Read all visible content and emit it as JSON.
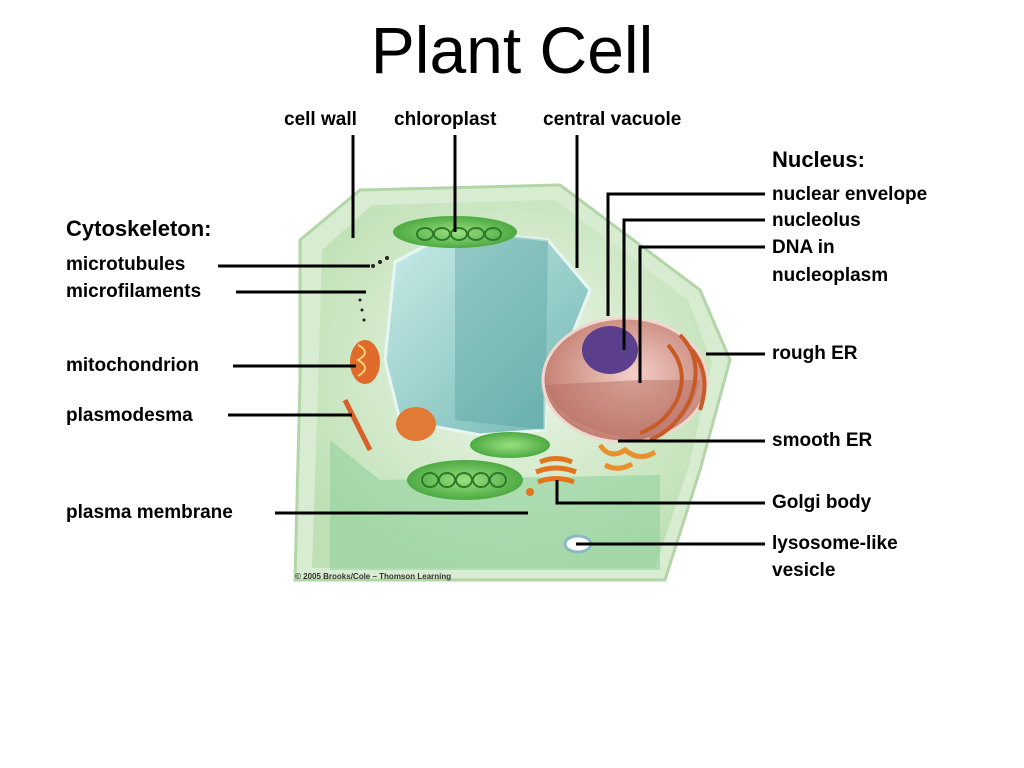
{
  "title": "Plant Cell",
  "headings": {
    "cytoskeleton": "Cytoskeleton:",
    "nucleus": "Nucleus:"
  },
  "labels": {
    "cell_wall": "cell wall",
    "chloroplast": "chloroplast",
    "central_vacuole": "central vacuole",
    "microtubules": "microtubules",
    "microfilaments": "microfilaments",
    "mitochondrion": "mitochondrion",
    "plasmodesma": "plasmodesma",
    "plasma_membrane": "plasma membrane",
    "nuclear_envelope": "nuclear envelope",
    "nucleolus": "nucleolus",
    "dna_line1": "DNA in",
    "dna_line2": "nucleoplasm",
    "rough_er": "rough ER",
    "smooth_er": "smooth ER",
    "golgi_body": "Golgi body",
    "lysosome_line1": "lysosome-like",
    "lysosome_line2": "vesicle"
  },
  "copyright": "© 2005 Brooks/Cole – Thomson Learning",
  "colors": {
    "cell_green": "#cfe8c6",
    "chloroplast": "#5fbf4a",
    "vacuole": "#9fd0cc",
    "nucleus": "#c88a86",
    "nucleolus": "#5b3f8c",
    "organelle_orange": "#e0762a",
    "leader_line": "#000000"
  }
}
